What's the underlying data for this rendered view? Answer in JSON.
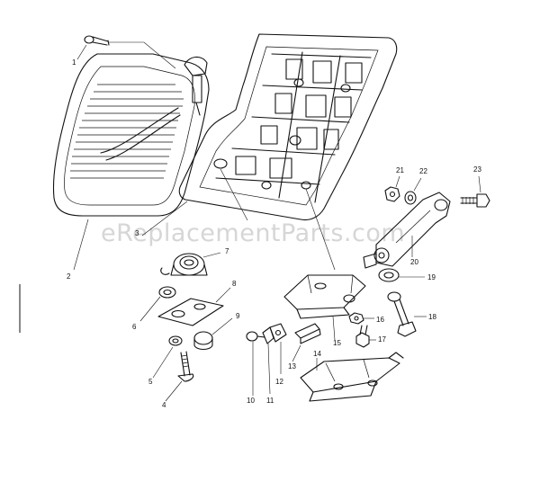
{
  "watermark": "eReplacementParts.com",
  "labels": {
    "p1": "1",
    "p2": "2",
    "p3": "3",
    "p4": "4",
    "p5": "5",
    "p6": "6",
    "p7": "7",
    "p8": "8",
    "p9": "9",
    "p10": "10",
    "p11": "11",
    "p12": "12",
    "p13": "13",
    "p14": "14",
    "p15": "15",
    "p16": "16",
    "p17": "17",
    "p18": "18",
    "p19": "19",
    "p20": "20",
    "p21": "21",
    "p22": "22",
    "p23": "23"
  }
}
